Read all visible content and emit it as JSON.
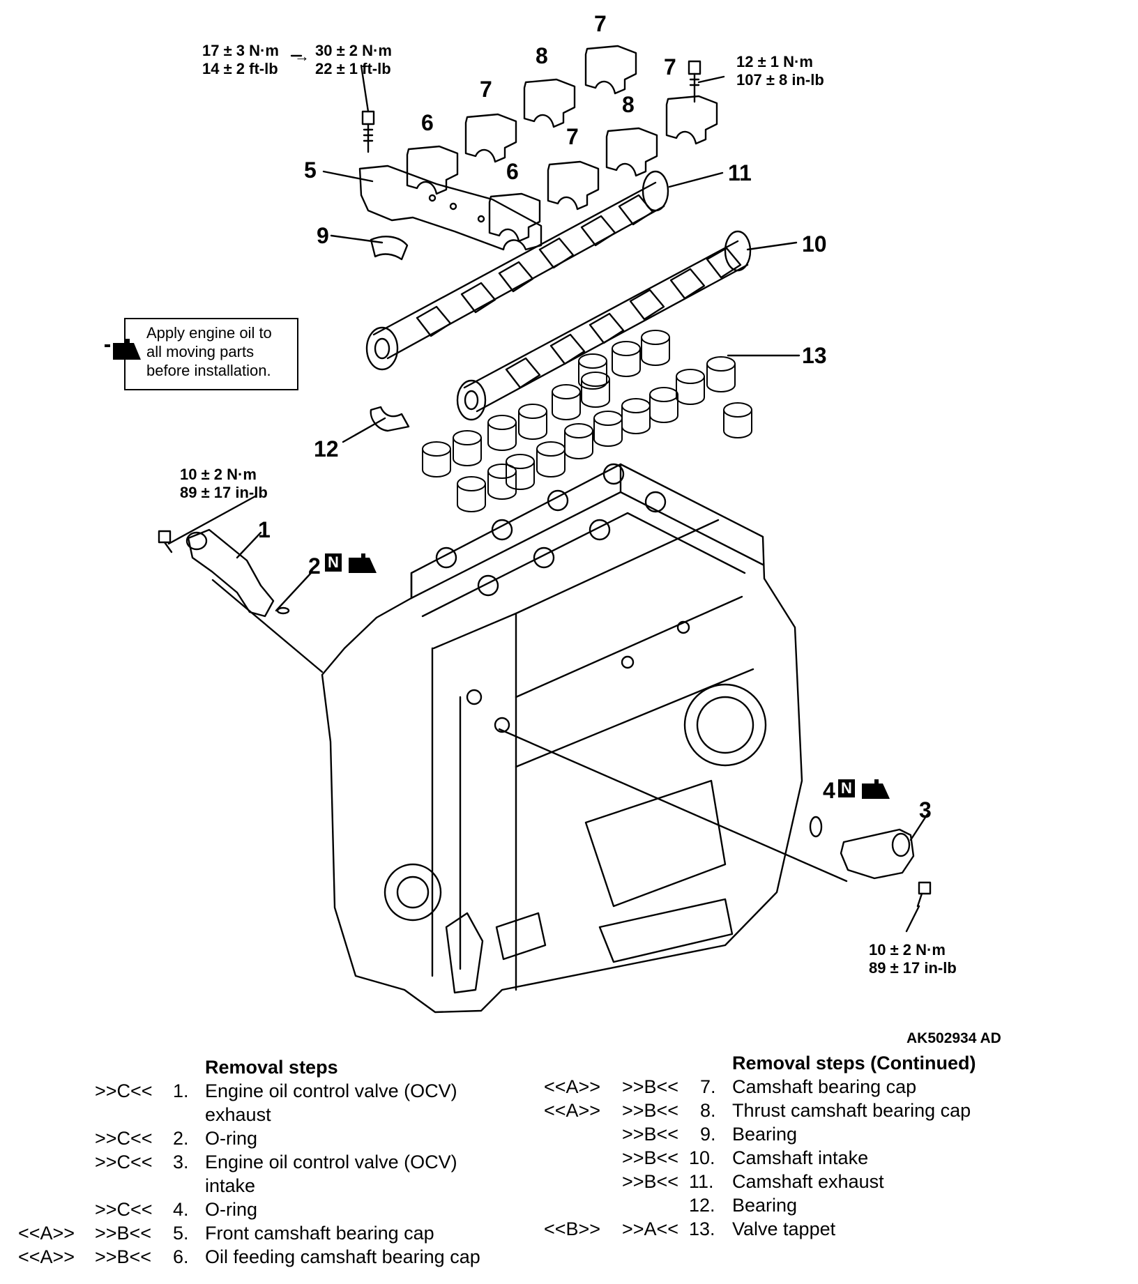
{
  "torques": {
    "t1": [
      "17 ± 3 N·m",
      "14 ± 2 ft-lb"
    ],
    "arrow": "→",
    "t2": [
      "30 ± 2 N·m",
      "22 ± 1 ft-lb"
    ],
    "t3": [
      "12 ± 1 N·m",
      "107 ± 8 in-lb"
    ],
    "t4": [
      "10 ± 2 N·m",
      "89 ± 17 in-lb"
    ],
    "t5": [
      "10 ± 2 N·m",
      "89 ± 17 in-lb"
    ]
  },
  "callouts": [
    "7",
    "8",
    "7",
    "6",
    "8",
    "7",
    "5",
    "6",
    "7",
    "11",
    "9",
    "10",
    "13",
    "12",
    "1",
    "2",
    "4",
    "3"
  ],
  "n_badge": "N",
  "note": [
    "Apply engine oil to",
    "all moving parts",
    "before installation."
  ],
  "figure_code": "AK502934 AD",
  "steps_left": {
    "heading": "Removal steps",
    "rows": [
      {
        "m1": "",
        "m2": ">>C<<",
        "num": "1.",
        "text": "Engine oil control valve (OCV)"
      },
      {
        "m1": "",
        "m2": "",
        "num": "",
        "text": "exhaust"
      },
      {
        "m1": "",
        "m2": ">>C<<",
        "num": "2.",
        "text": "O-ring"
      },
      {
        "m1": "",
        "m2": ">>C<<",
        "num": "3.",
        "text": "Engine oil control valve (OCV)"
      },
      {
        "m1": "",
        "m2": "",
        "num": "",
        "text": "intake"
      },
      {
        "m1": "",
        "m2": ">>C<<",
        "num": "4.",
        "text": "O-ring"
      },
      {
        "m1": "<<A>>",
        "m2": ">>B<<",
        "num": "5.",
        "text": "Front camshaft bearing cap"
      },
      {
        "m1": "<<A>>",
        "m2": ">>B<<",
        "num": "6.",
        "text": "Oil feeding camshaft bearing cap"
      }
    ]
  },
  "steps_right": {
    "heading": "Removal steps (Continued)",
    "rows": [
      {
        "m1": "<<A>>",
        "m2": ">>B<<",
        "num": "7.",
        "text": "Camshaft bearing cap"
      },
      {
        "m1": "<<A>>",
        "m2": ">>B<<",
        "num": "8.",
        "text": "Thrust camshaft bearing cap"
      },
      {
        "m1": "",
        "m2": ">>B<<",
        "num": "9.",
        "text": "Bearing"
      },
      {
        "m1": "",
        "m2": ">>B<<",
        "num": "10.",
        "text": "Camshaft intake"
      },
      {
        "m1": "",
        "m2": ">>B<<",
        "num": "11.",
        "text": "Camshaft exhaust"
      },
      {
        "m1": "",
        "m2": "",
        "num": "12.",
        "text": "Bearing"
      },
      {
        "m1": "<<B>>",
        "m2": ">>A<<",
        "num": "13.",
        "text": "Valve tappet"
      }
    ]
  }
}
